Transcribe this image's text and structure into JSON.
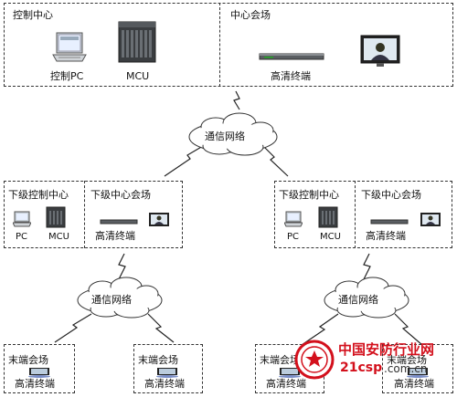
{
  "top": {
    "control_center": {
      "title": "控制中心",
      "pc_label": "控制PC",
      "mcu_label": "MCU"
    },
    "center_venue": {
      "title": "中心会场",
      "terminal_label": "高清终端"
    }
  },
  "networks": {
    "label": "通信网络"
  },
  "mid_left": {
    "control_title": "下级控制中心",
    "venue_title": "下级中心会场",
    "pc_label": "PC",
    "mcu_label": "MCU",
    "terminal_label": "高清终端"
  },
  "mid_right": {
    "control_title": "下级控制中心",
    "venue_title": "下级中心会场",
    "pc_label": "PC",
    "mcu_label": "MCU",
    "terminal_label": "高清终端"
  },
  "end_sites": [
    {
      "title": "末端会场",
      "terminal_label": "高清终端"
    },
    {
      "title": "末端会场",
      "terminal_label": "高清终端"
    },
    {
      "title": "末端会场",
      "terminal_label": "高清终端"
    },
    {
      "title": "末端会场",
      "terminal_label": "高清终端"
    }
  ],
  "watermark": {
    "cn": "中国安防行业网",
    "site": "21csp",
    "domain": ".com.cn",
    "color": "#d3101c"
  }
}
